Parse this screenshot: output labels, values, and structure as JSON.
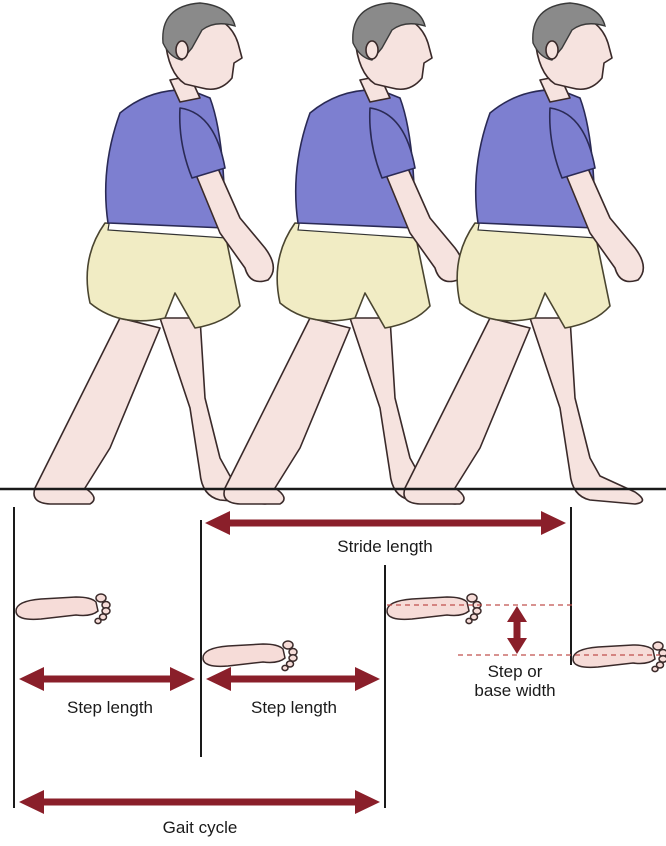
{
  "diagram": {
    "figures": [
      {
        "name": "walker-1"
      },
      {
        "name": "walker-2"
      },
      {
        "name": "walker-3"
      }
    ],
    "labels": {
      "stride_length": "Stride length",
      "step_length_1": "Step length",
      "step_length_2": "Step length",
      "step_or": "Step or",
      "base_width": "base width",
      "gait_cycle": "Gait cycle"
    },
    "colors": {
      "arrow": "#8a1f2a",
      "shirt": "#7d7fd0",
      "shorts": "#f1ecc4",
      "skin": "#f6e3df",
      "dashed_guide": "#c0504d"
    }
  }
}
